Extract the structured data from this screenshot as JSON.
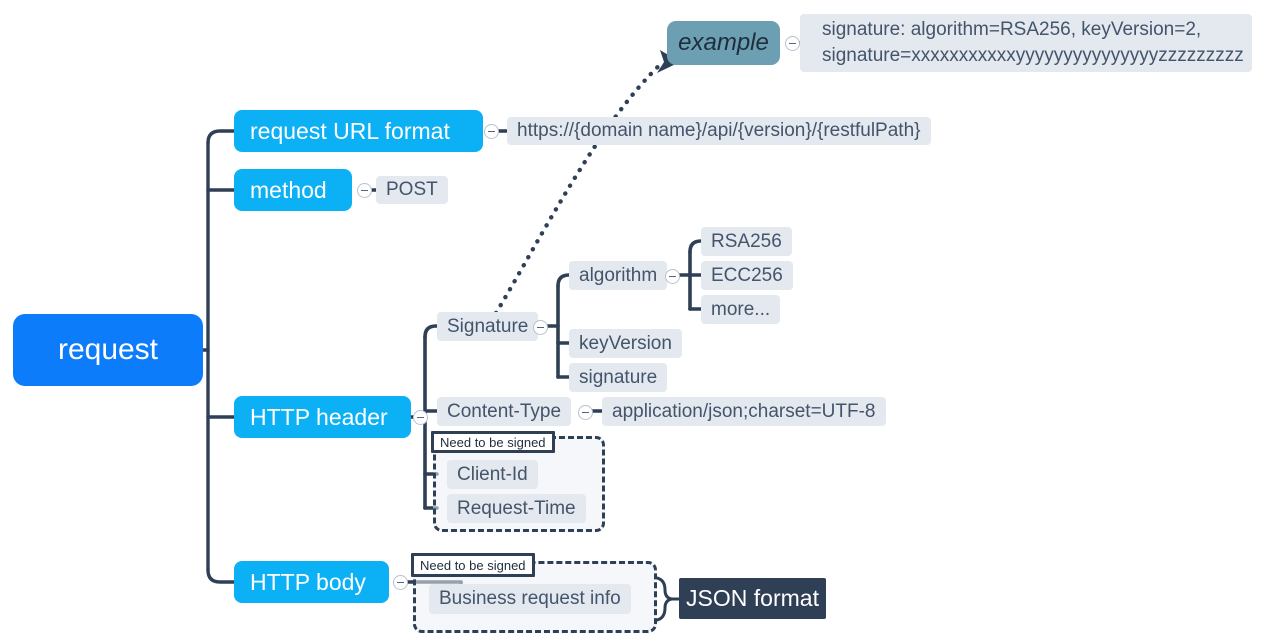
{
  "diagram": {
    "type": "mindmap",
    "title": "request",
    "colors": {
      "root": "#0c7cfa",
      "branch": "#0cb0f5",
      "label": "#e4e9f0",
      "example": "#6d9fb2",
      "dark": "#2f3f55",
      "line": "#2f3f55",
      "text": "#44546a"
    }
  },
  "root": {
    "label": "request"
  },
  "branches": {
    "url_format": {
      "label": "request URL format"
    },
    "method": {
      "label": "method"
    },
    "http_header": {
      "label": "HTTP header"
    },
    "http_body": {
      "label": "HTTP body"
    }
  },
  "labels": {
    "url_value": "https://{domain name}/api/{version}/{restfulPath}",
    "method_value": "POST",
    "signature": "Signature",
    "algorithm": "algorithm",
    "key_version": "keyVersion",
    "signature_field": "signature",
    "algo_rsa": "RSA256",
    "algo_ecc": "ECC256",
    "algo_more": "more...",
    "content_type": "Content-Type",
    "content_type_value": "application/json;charset=UTF-8",
    "client_id": "Client-Id",
    "request_time": "Request-Time",
    "business_request_info": "Business request info",
    "json_format": "JSON format",
    "example": "example",
    "example_value": "signature: algorithm=RSA256, keyVersion=2, signature=xxxxxxxxxxxyyyyyyyyyyyyyyyzzzzzzzzz"
  },
  "annotations": {
    "need_signed_header": "Need to be signed",
    "need_signed_body": "Need to be signed"
  },
  "icons": {
    "collapse": "collapse-toggle-icon"
  }
}
